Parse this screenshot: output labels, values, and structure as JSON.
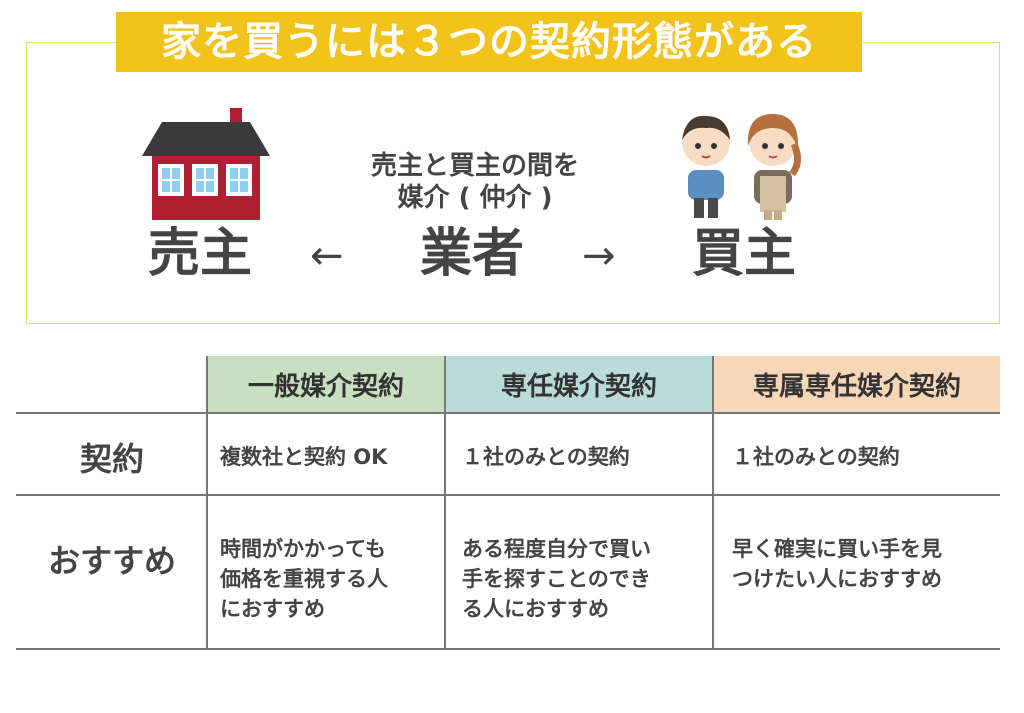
{
  "title": "家を買うには３つの契約形態がある",
  "diagram": {
    "caption_line1": "売主と買主の間を",
    "caption_line2": "媒介 ( 仲介 )",
    "seller": "売主",
    "agent": "業者",
    "buyer": "買主",
    "arrow_left": "←",
    "arrow_right": "→"
  },
  "table": {
    "headers": [
      "一般媒介契約",
      "専任媒介契約",
      "専属専任媒介契約"
    ],
    "header_colors": [
      "#c8dfc1",
      "#b9dcd9",
      "#f8d7b9"
    ],
    "rows": [
      {
        "label": "契約",
        "cells": [
          [
            "複数社と契約 OK"
          ],
          [
            "１社のみとの契約"
          ],
          [
            "１社のみとの契約"
          ]
        ]
      },
      {
        "label": "おすすめ",
        "cells": [
          [
            "時間がかかっても",
            "価格を重視する人",
            "におすすめ"
          ],
          [
            "ある程度自分で買い",
            "手を探すことのでき",
            "る人におすすめ"
          ],
          [
            "早く確実に買い手を見",
            "つけたい人におすすめ"
          ]
        ]
      }
    ]
  },
  "colors": {
    "banner": "#f2c31b",
    "house_wall": "#b01f32",
    "house_roof": "#3a3a3a",
    "frame": "#ecd96a"
  }
}
